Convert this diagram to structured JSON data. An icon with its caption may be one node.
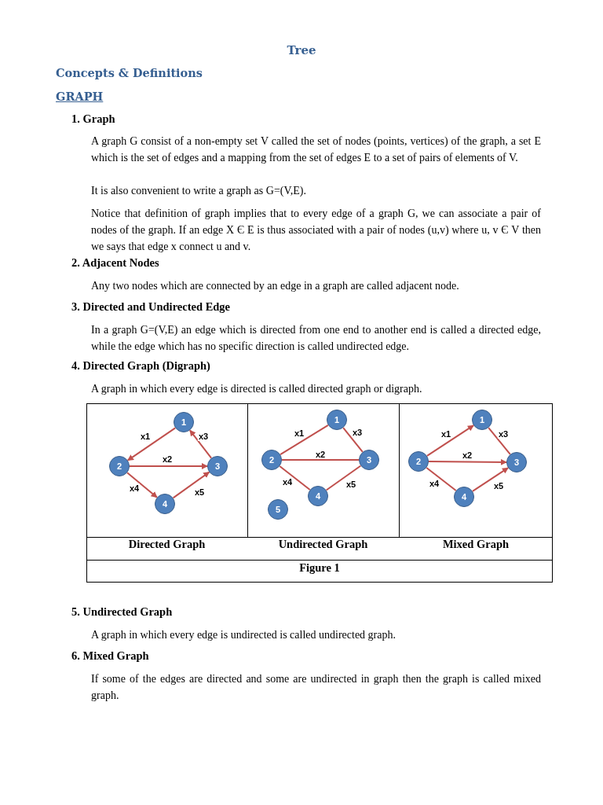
{
  "diagram": {
    "title": "Tree",
    "caption": "Figure 1",
    "nodes": [
      {
        "text": [
          "1"
        ]
      },
      {
        "text": [
          "2"
        ]
      },
      {
        "text": [
          "3"
        ]
      },
      {
        "text": [
          "4"
        ]
      },
      {
        "text": [
          "1"
        ]
      },
      {
        "text": [
          "2"
        ]
      },
      {
        "text": [
          "3"
        ]
      },
      {
        "text": [
          "4"
        ]
      },
      {
        "text": [
          "5"
        ]
      },
      {
        "text": [
          "1"
        ]
      },
      {
        "text": [
          "2"
        ]
      },
      {
        "text": [
          "3"
        ]
      },
      {
        "text": [
          "4"
        ]
      }
    ],
    "edges": [
      {
        "from": 0,
        "to": 1,
        "arrow": "to",
        "label": "x1"
      },
      {
        "from": 1,
        "to": 2,
        "arrow": "to",
        "label": "x2"
      },
      {
        "from": 2,
        "to": 0,
        "arrow": "to",
        "label": "x3"
      },
      {
        "from": 1,
        "to": 3,
        "arrow": "to",
        "label": "x4"
      },
      {
        "from": 3,
        "to": 2,
        "arrow": "to",
        "label": "x5"
      },
      {
        "from": 4,
        "to": 5,
        "arrow": "none",
        "label": "x1"
      },
      {
        "from": 5,
        "to": 6,
        "arrow": "none",
        "label": "x2"
      },
      {
        "from": 4,
        "to": 6,
        "arrow": "none",
        "label": "x3"
      },
      {
        "from": 5,
        "to": 7,
        "arrow": "none",
        "label": "x4"
      },
      {
        "from": 7,
        "to": 6,
        "arrow": "none",
        "label": "x5"
      },
      {
        "from": 10,
        "to": 9,
        "arrow": "to",
        "label": "x1"
      },
      {
        "from": 10,
        "to": 11,
        "arrow": "to",
        "label": "x2"
      },
      {
        "from": 9,
        "to": 11,
        "arrow": "none",
        "label": "x3"
      },
      {
        "from": 10,
        "to": 12,
        "arrow": "none",
        "label": "x4"
      },
      {
        "from": 12,
        "to": 11,
        "arrow": "to",
        "label": "x5"
      }
    ],
    "labels": [
      "Concepts & Definitions",
      "GRAPH",
      "1. Graph",
      "A graph G consist of a non-empty set V called the set of nodes (points, vertices) of the graph, a set E which is the set of edges and a mapping from the set of edges E to a set of pairs of elements of V.",
      "It is also convenient to write a graph as G=(V,E).",
      "Notice that definition of graph implies that to every edge of a graph G, we can associate a pair of nodes of the graph. If an edge X Є E is thus associated with a pair of nodes (u,v) where u, v Є V then we says that edge x connect u and v.",
      "2. Adjacent Nodes",
      "Any two nodes which are connected by an edge in a graph are called adjacent node.",
      "3. Directed and Undirected Edge",
      "In a graph G=(V,E) an edge which is directed from one end to another end is called a directed edge, while the edge which has no specific direction is called undirected edge.",
      "4. Directed Graph (Digraph)",
      "A graph in which every edge is directed is called directed graph or digraph.",
      "Directed Graph",
      "Undirected Graph",
      "Mixed Graph",
      "5. Undirected Graph",
      "A graph in which every edge is undirected is called undirected graph.",
      "6. Mixed Graph",
      "If some of the edges are directed and some are undirected in graph then the graph is called mixed graph."
    ]
  }
}
